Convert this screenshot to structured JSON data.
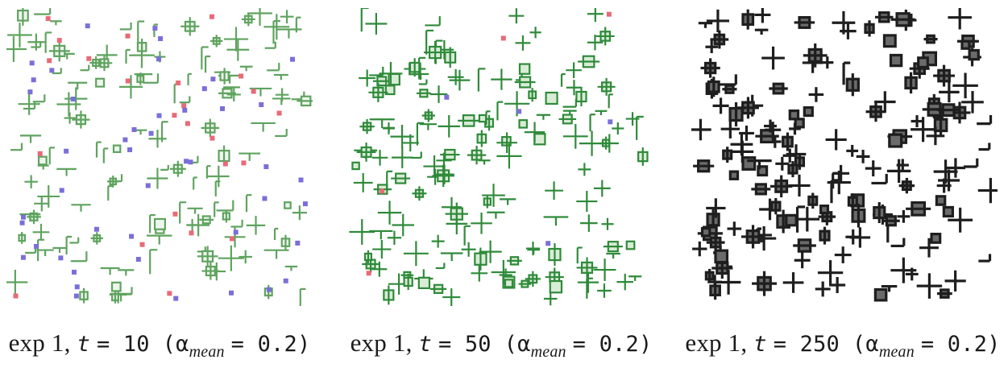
{
  "panels": [
    {
      "id": "t10",
      "caption": {
        "exp": "exp 1,",
        "t_var": "t",
        "t_eq": "= 10",
        "alpha": "(α",
        "alpha_sub": "mean",
        "alpha_eq": "= 0.2)"
      },
      "palette": {
        "stroke": "#5fa35f",
        "fill": "#eef6ee",
        "red": "#e86a78",
        "blue": "#7a6fd8",
        "density": "sparse"
      }
    },
    {
      "id": "t50",
      "caption": {
        "exp": "exp 1,",
        "t_var": "t",
        "t_eq": "= 50",
        "alpha": "(α",
        "alpha_sub": "mean",
        "alpha_eq": "= 0.2)"
      },
      "palette": {
        "stroke": "#2f8a3a",
        "fill": "#d9ecd6",
        "red": "#e86a78",
        "blue": "#7a6fd8",
        "density": "medium"
      }
    },
    {
      "id": "t250",
      "caption": {
        "exp": "exp 1,",
        "t_var": "t",
        "t_eq": "= 250",
        "alpha": "(α",
        "alpha_sub": "mean",
        "alpha_eq": "= 0.2)"
      },
      "palette": {
        "stroke": "#1e1e1e",
        "fill": "#6b6b6b",
        "red": "#1e1e1e",
        "blue": "#1e1e1e",
        "density": "dense"
      }
    }
  ]
}
